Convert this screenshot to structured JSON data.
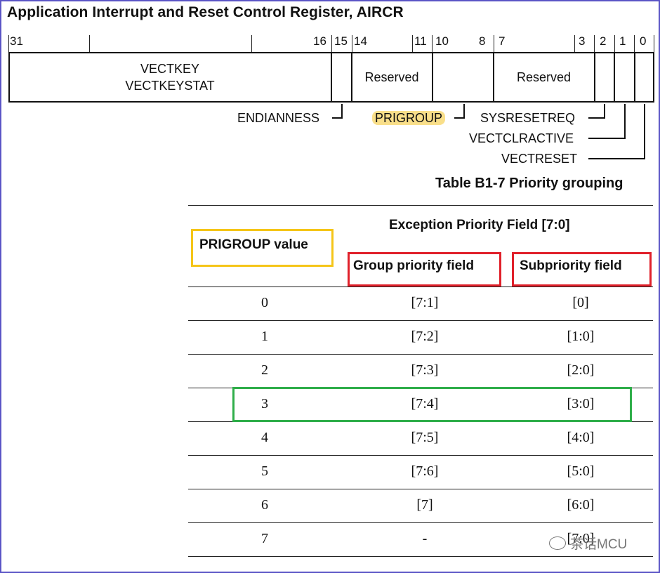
{
  "title": "Application Interrupt and Reset Control Register, AIRCR",
  "register": {
    "bit_labels": [
      "31",
      "16",
      "15",
      "14",
      "11",
      "10",
      "8",
      "7",
      "3",
      "2",
      "1",
      "0"
    ],
    "fields": {
      "vectkey_line1": "VECTKEY",
      "vectkey_line2": "VECTKEYSTAT",
      "reserved_high": "Reserved",
      "reserved_low": "Reserved"
    },
    "callouts": {
      "endianness": "ENDIANNESS",
      "prigroup": "PRIGROUP",
      "sysresetreq": "SYSRESETREQ",
      "vectclractive": "VECTCLRACTIVE",
      "vectreset": "VECTRESET"
    }
  },
  "table": {
    "title": "Table B1-7 Priority grouping",
    "header_span": "Exception Priority Field [7:0]",
    "col_prigroup": "PRIGROUP value",
    "col_group": "Group priority field",
    "col_sub": "Subpriority field",
    "rows": [
      {
        "value": "0",
        "group": "[7:1]",
        "sub": "[0]"
      },
      {
        "value": "1",
        "group": "[7:2]",
        "sub": "[1:0]"
      },
      {
        "value": "2",
        "group": "[7:3]",
        "sub": "[2:0]"
      },
      {
        "value": "3",
        "group": "[7:4]",
        "sub": "[3:0]"
      },
      {
        "value": "4",
        "group": "[7:5]",
        "sub": "[4:0]"
      },
      {
        "value": "5",
        "group": "[7:6]",
        "sub": "[5:0]"
      },
      {
        "value": "6",
        "group": "[7]",
        "sub": "[6:0]"
      },
      {
        "value": "7",
        "group": "-",
        "sub": "[7:0]"
      }
    ]
  },
  "annotation_colors": {
    "prigroup_box": "#f5c518",
    "field_boxes": "#e0202a",
    "row_highlight": "#2fae4a",
    "prigroup_highlight": "#f9df8a",
    "frame": "#5b55c6"
  },
  "watermark": "茶话MCU"
}
